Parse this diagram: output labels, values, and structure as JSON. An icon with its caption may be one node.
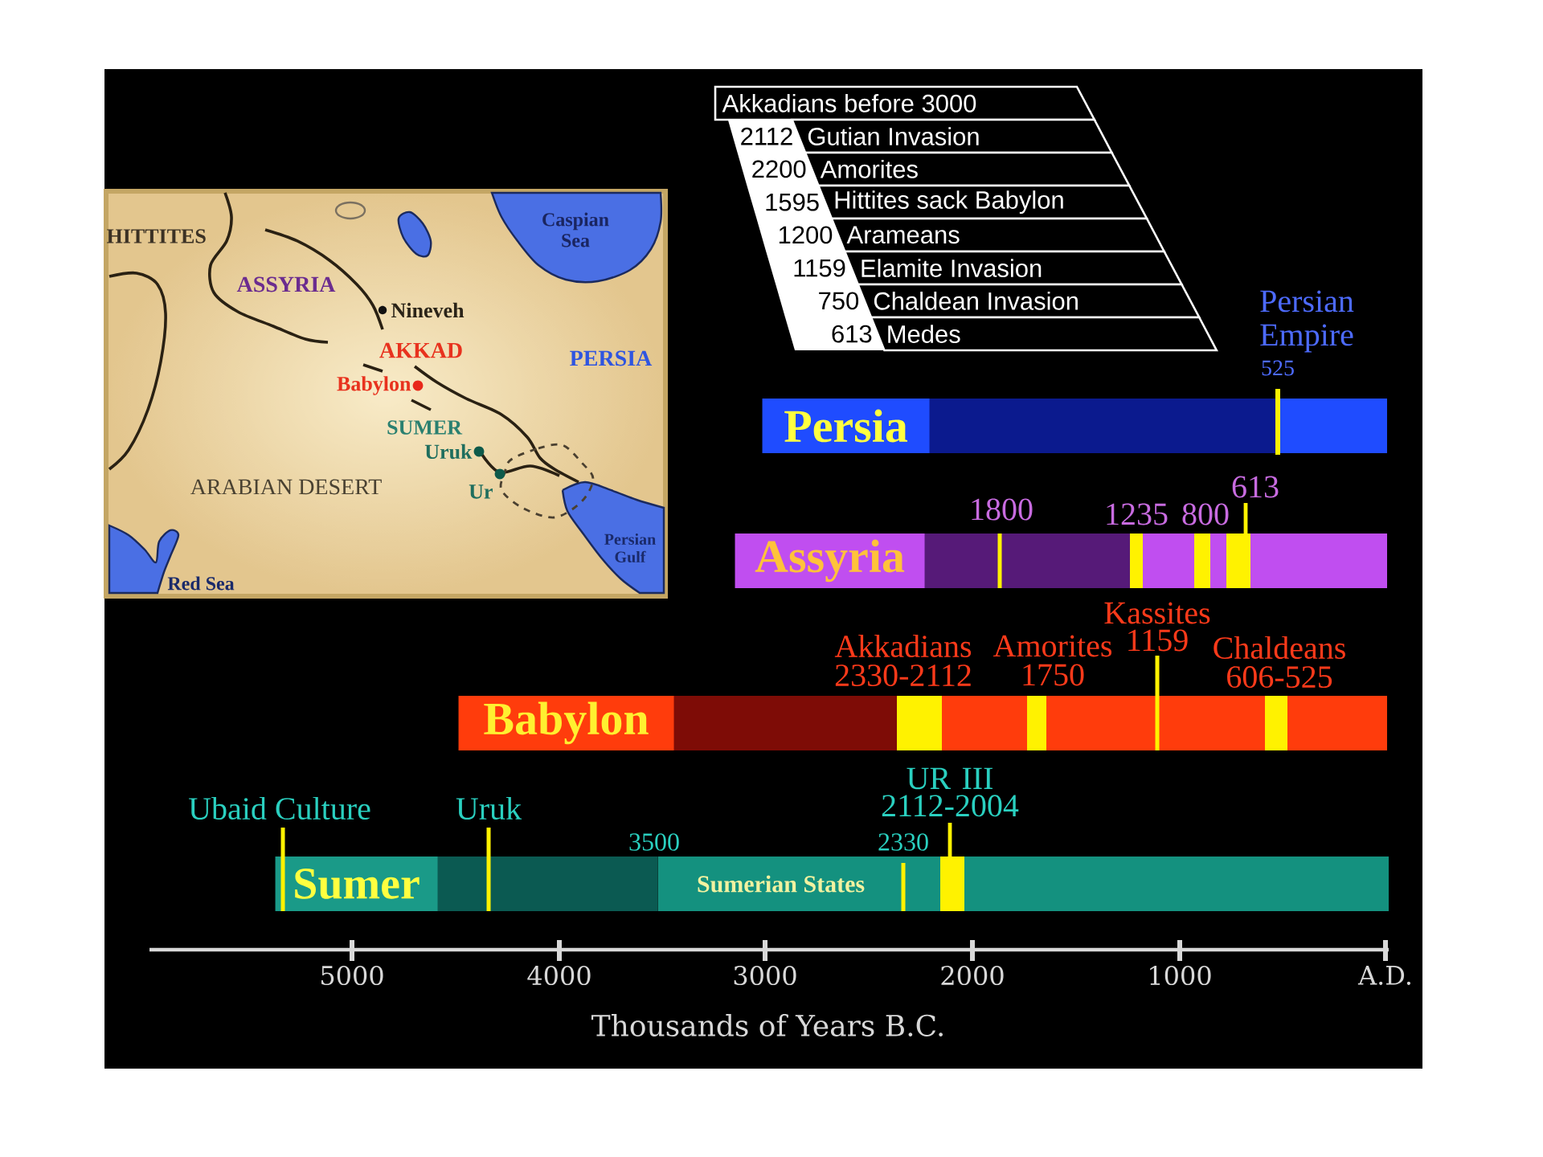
{
  "diagram": {
    "nodes": [
      {
        "text": [
          "Akkadians before 3000"
        ]
      },
      {
        "text": [
          "2112",
          "Gutian Invasion"
        ]
      },
      {
        "text": [
          "2200",
          "Amorites"
        ]
      },
      {
        "text": [
          "1595",
          "Hittites sack Babylon"
        ]
      },
      {
        "text": [
          "1200",
          "Arameans"
        ]
      },
      {
        "text": [
          "1159",
          "Elamite Invasion"
        ]
      },
      {
        "text": [
          "750",
          "Chaldean Invasion"
        ]
      },
      {
        "text": [
          "613",
          "Medes"
        ]
      },
      {
        "text": [
          "Persia"
        ]
      },
      {
        "text": [
          "Assyria"
        ]
      },
      {
        "text": [
          "Babylon"
        ]
      },
      {
        "text": [
          "Sumer"
        ]
      },
      {
        "text": [
          "Sumerian States"
        ],
        "in": 11
      }
    ],
    "labels": [
      "HITTITES",
      "Caspian Sea",
      "ASSYRIA",
      "Nineveh",
      "AKKAD",
      "PERSIA",
      "Babylon",
      "SUMER",
      "Uruk",
      "ARABIAN DESERT",
      "Ur",
      "Persian Gulf",
      "Red Sea",
      "Persian Empire",
      "525",
      "1800",
      "1235",
      "800",
      "613",
      "Akkadians 2330-2112",
      "Amorites 1750",
      "Kassites 1159",
      "Chaldeans 606-525",
      "Ubaid Culture",
      "Uruk",
      "UR III 2112-2004",
      "3500",
      "2330",
      "5000",
      "4000",
      "3000",
      "2000",
      "1000",
      "A.D.",
      "Thousands of Years B.C."
    ]
  }
}
